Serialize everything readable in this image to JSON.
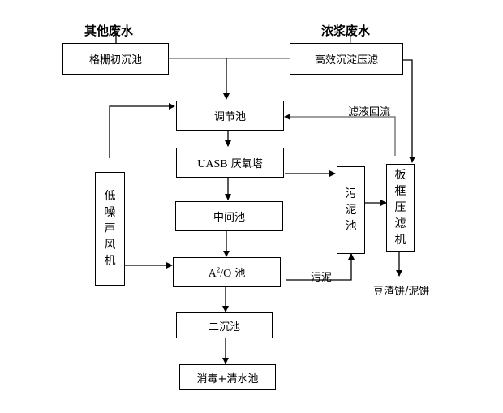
{
  "inputs": {
    "other_wastewater": "其他废水",
    "concentrate_wastewater": "浓浆废水"
  },
  "nodes": {
    "grid_tank": "格栅初沉池",
    "efficient_settling": "高效沉淀压滤",
    "equalization_tank": "调节池",
    "uasb_prefix": "UASB",
    "uasb_suffix": "厌氧塔",
    "intermediate_tank": "中间池",
    "ao_a": "A",
    "ao_sup": "2",
    "ao_o": "/O",
    "ao_suffix": "池",
    "secondary_clarifier": "二沉池",
    "disinfection_tank": "消毒+清水池",
    "sludge_tank": [
      "污",
      "泥",
      "池"
    ],
    "plate_filter_press": [
      "板",
      "框",
      "压",
      "滤",
      "机"
    ],
    "blower": [
      "低",
      "噪",
      "声",
      "风",
      "机"
    ]
  },
  "edge_labels": {
    "filtrate_return": "滤液回流",
    "sludge": "污泥",
    "output_cake": "豆渣饼/泥饼"
  },
  "colors": {
    "line": "#000000",
    "gray_line": "#666666"
  }
}
